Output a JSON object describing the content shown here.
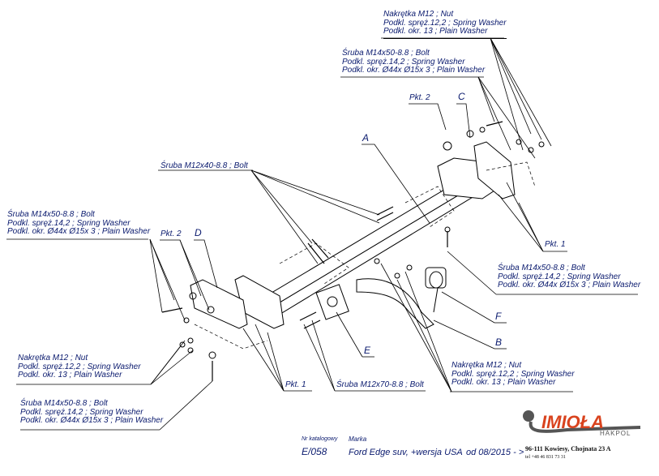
{
  "callouts": {
    "top_nut": [
      "Nakrętka  M12 ; Nut",
      "Podkl. spręż.12,2 ; Spring Washer",
      "Podkl. okr. 13 ; Plain Washer"
    ],
    "top_bolt": [
      "Śruba M14x50-8.8 ;  Bolt",
      "Podkl. spręż.14,2 ; Spring Washer",
      "Podkl. okr. Ø44x Ø15x 3 ; Plain Washer"
    ],
    "bolt_m12x40": "Śruba M12x40-8.8 ;  Bolt",
    "left_bolt": [
      "Śruba M14x50-8.8 ; Bolt",
      "Podkl. spręż.14,2 ; Spring Washer",
      "Podkl. okr. Ø44x Ø15x 3 ; Plain Washer"
    ],
    "right_bolt": [
      "Śruba M14x50-8.8 ;  Bolt",
      "Podkl. spręż.14,2 ; Spring Washer",
      "Podkl. okr. Ø44x Ø15x 3 ; Plain Washer"
    ],
    "mid_nut": [
      "Nakrętka  M12 ; Nut",
      "Podkl. spręż.12,2 ; Spring Washer",
      "Podkl. okr. 13 ; Plain Washer"
    ],
    "left_nut": [
      "Nakrętka  M12 ; Nut",
      "Podkl. spręż.12,2 ; Spring Washer",
      "Podkl. okr. 13 ; Plain Washer"
    ],
    "bolt_m12x70": "Śruba M12x70-8.8 ;  Bolt",
    "bottom_bolt": [
      "Śruba M14x50-8.8 ;  Bolt",
      "Podkl. spręż.14,2 ; Spring Washer",
      "Podkl. okr. Ø44x Ø15x 3 ; Plain Washer"
    ]
  },
  "markers": {
    "pkt2_right": "Pkt. 2",
    "C": "C",
    "A": "A",
    "pkt2_left": "Pkt. 2",
    "D": "D",
    "pkt1_right": "Pkt. 1",
    "F": "F",
    "B": "B",
    "E": "E",
    "pkt1_left": "Pkt. 1"
  },
  "footer": {
    "catalog_label": "Nr katalogowy",
    "catalog_number": "E/058",
    "brand_label": "Marka",
    "model": "Ford Edge suv, +wersja USA",
    "date": "od 08/2015 - >",
    "address": "96-111 Kowiesy, Chojnata 23 A",
    "phone": "tel +48 46 831 73 31"
  },
  "logo": {
    "name": "IMIOŁA",
    "sub": "HAKPOL",
    "color": "#d9431e",
    "grey": "#555555"
  }
}
